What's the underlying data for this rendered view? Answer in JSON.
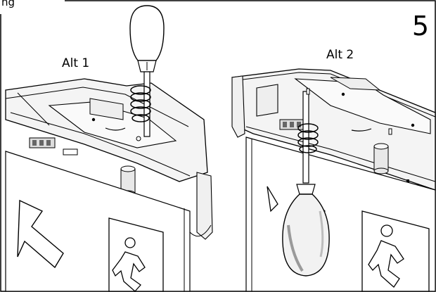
{
  "top_caption": "ng",
  "step_number": "5",
  "alternatives": [
    {
      "label": "Alt 1"
    },
    {
      "label": "Alt 2"
    }
  ],
  "icons": {
    "arrow": "down-left-arrow-icon",
    "running_man": "running-man-icon",
    "screwdriver": "screwdriver-icon"
  },
  "colors": {
    "line": "#000000",
    "background": "#ffffff",
    "light_fill": "#f2f2f2",
    "mid_fill": "#d9d9d9",
    "dark_fill": "#9a9a9a"
  }
}
